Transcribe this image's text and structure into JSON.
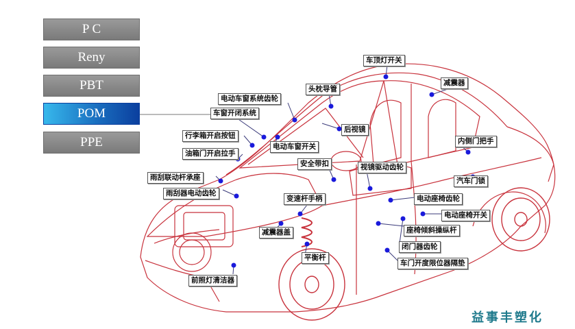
{
  "tabs": [
    {
      "label": "P C",
      "active": false
    },
    {
      "label": "Reny",
      "active": false
    },
    {
      "label": "PBT",
      "active": false
    },
    {
      "label": "POM",
      "active": true
    },
    {
      "label": "PPE",
      "active": false
    }
  ],
  "labels": {
    "roof_light_switch": "车顶灯开关",
    "shock_absorber_top": "减震器",
    "window_gear": "电动车窗系统齿轮",
    "headrest_guide": "头枕导管",
    "window_close_system": "车窗开闭系统",
    "rear_mirror": "后视镜",
    "trunk_button": "行李箱开启按钮",
    "window_switch": "电动车窗开关",
    "fuel_door_handle": "油箱门开启拉手",
    "inner_door_handle": "内侧门把手",
    "seat_belt_buckle": "安全带扣",
    "mirror_drive_gear": "视镜驱动齿轮",
    "wiper_link_seat": "雨刮联动杆承座",
    "car_door_lock": "汽车门锁",
    "wiper_motor_gear": "雨刮器电动齿轮",
    "gear_shift_handle": "变速杆手柄",
    "seat_gear": "电动座椅齿轮",
    "seat_switch": "电动座椅开关",
    "shock_absorber_cover": "减震器盖",
    "seat_tilt_lever": "座椅倾斜操纵杆",
    "door_closer_gear": "闭门器齿轮",
    "stabilizer_bar": "平衡杆",
    "door_stop_pad": "车门开度限位器隔垫",
    "headlamp_cleaner": "前照灯清洁器"
  },
  "brand": "益事丰塑化",
  "colors": {
    "accent": "#1a6fc0",
    "wireframe": "#c8323c",
    "dot": "#1a1adb",
    "brand": "#1f7a8c"
  }
}
